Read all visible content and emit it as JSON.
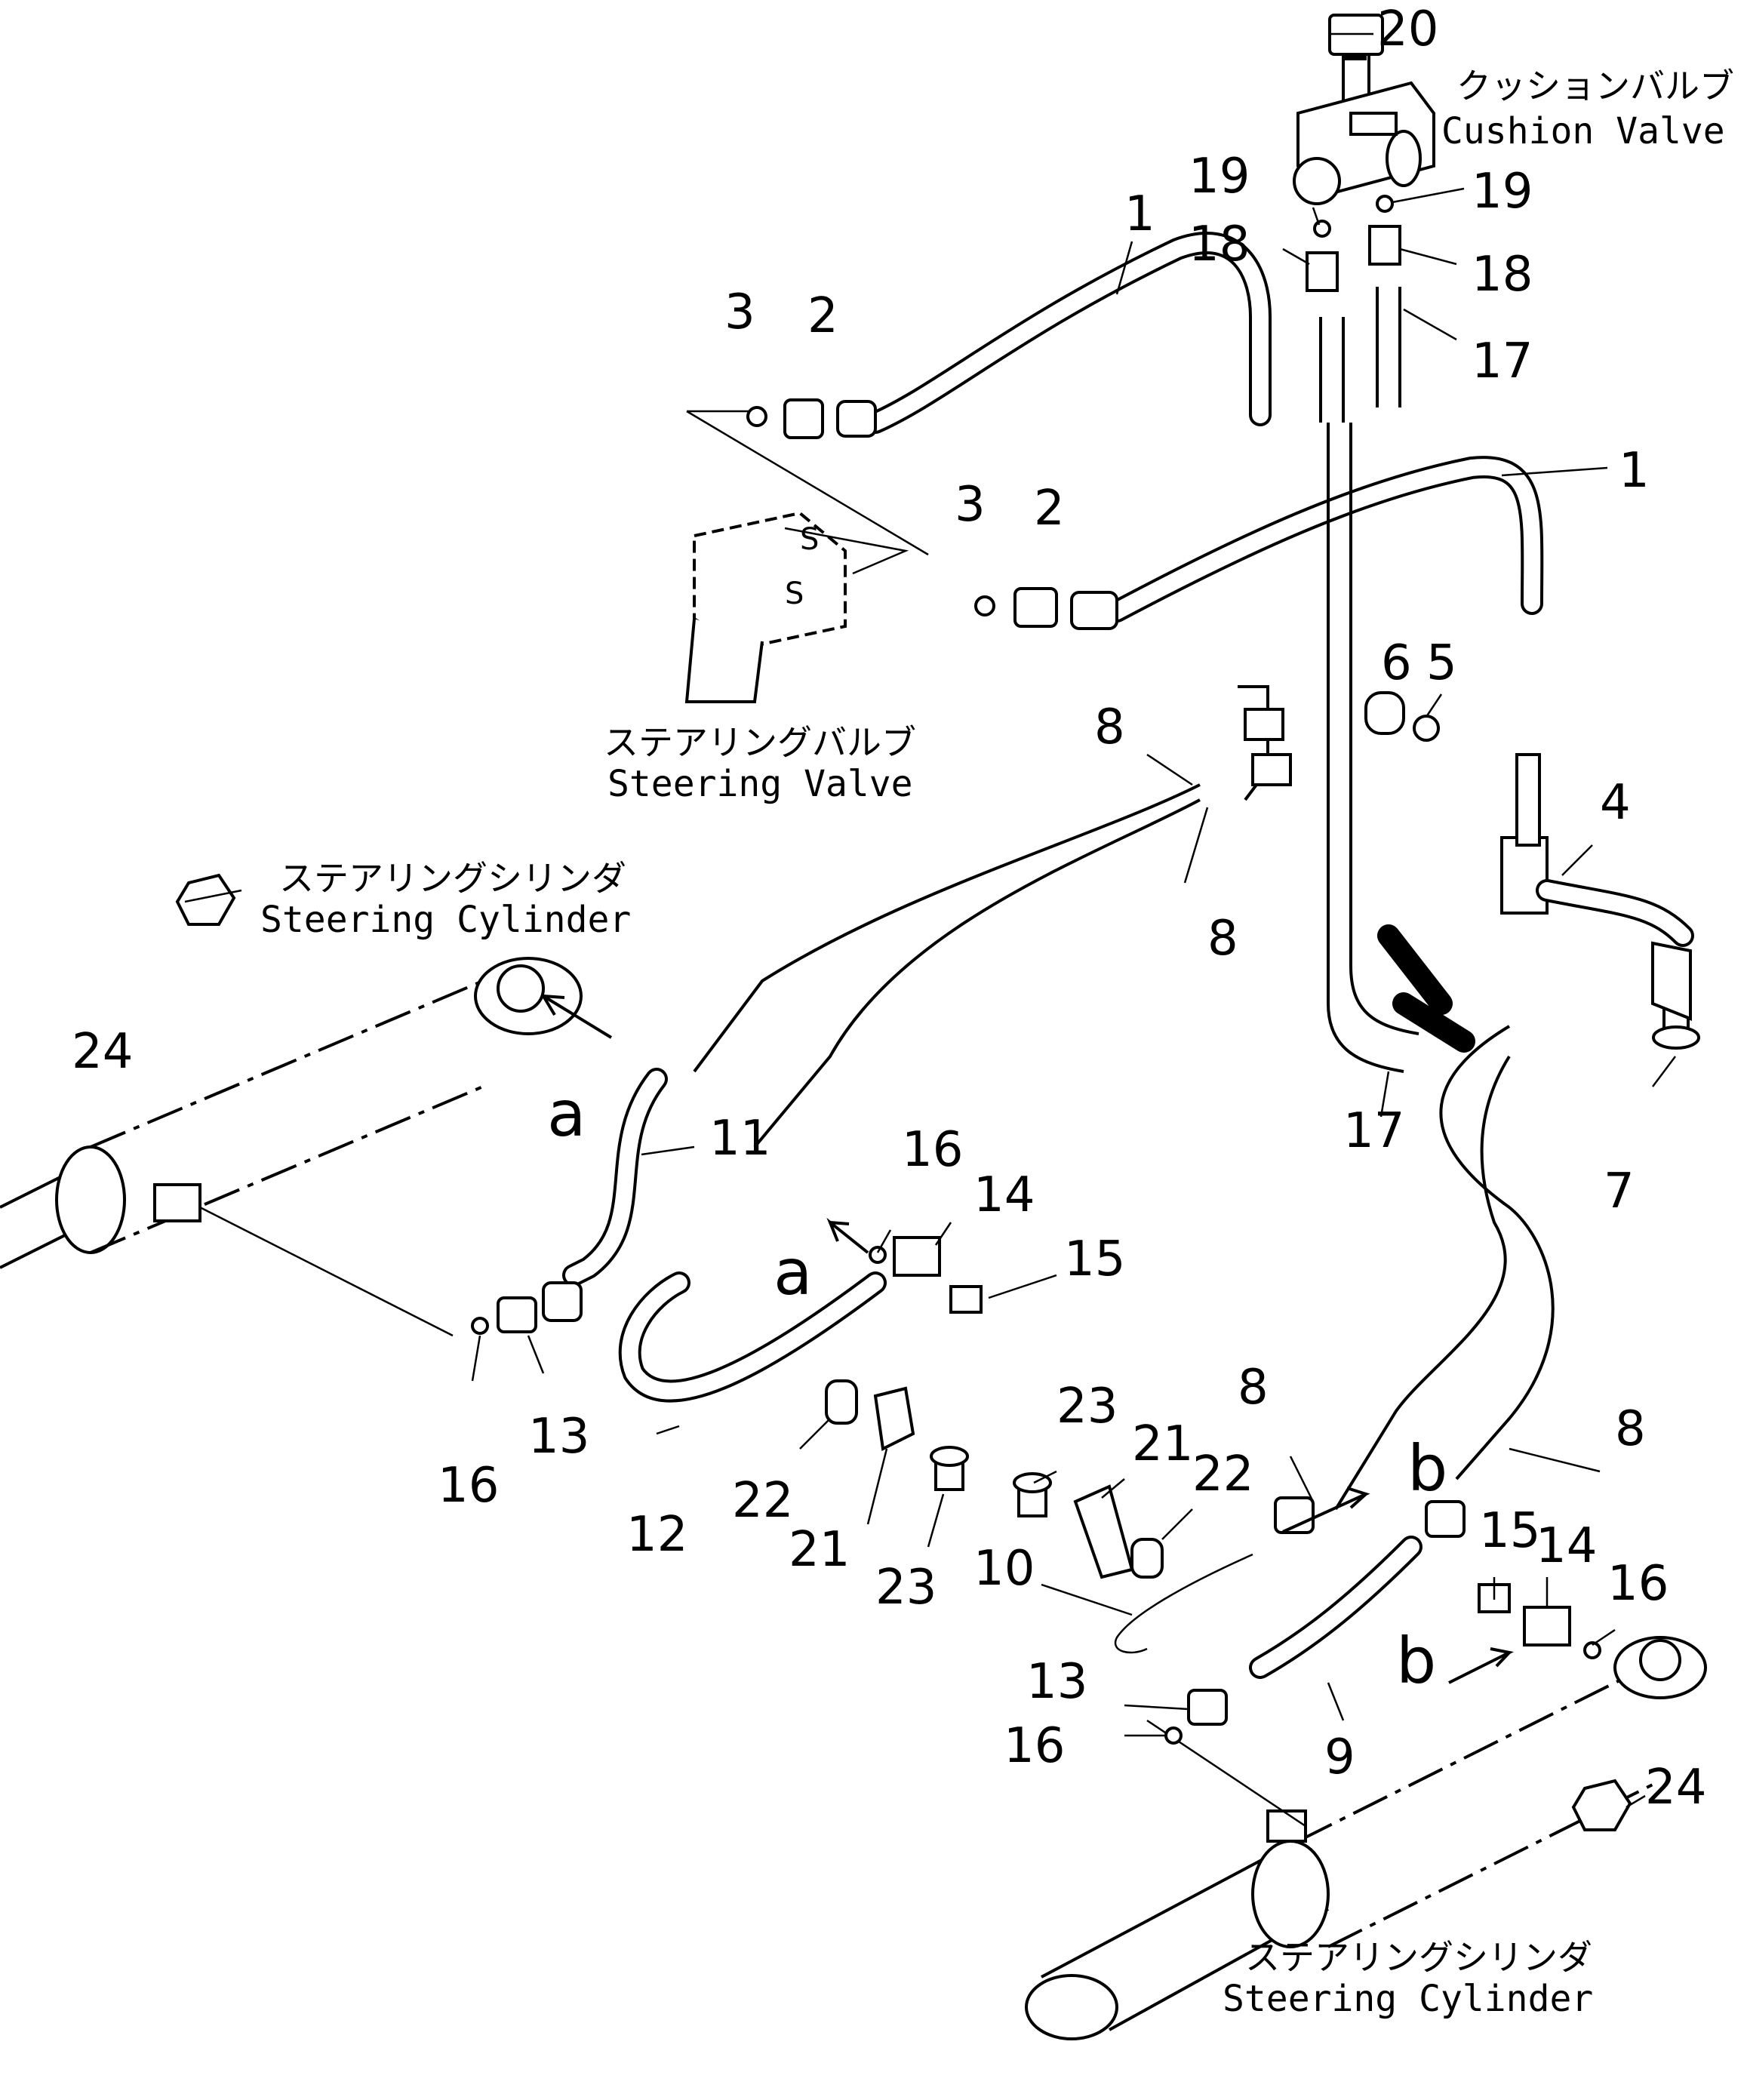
{
  "components": {
    "cushion_valve": {
      "jp": "クッションバルブ",
      "en": "Cushion Valve"
    },
    "steering_valve": {
      "jp": "ステアリングバルブ",
      "en": "Steering Valve"
    },
    "steering_cylinder_left": {
      "jp": "ステアリングシリンダ",
      "en": "Steering Cylinder"
    },
    "steering_cylinder_right": {
      "jp": "ステアリングシリンダ",
      "en": "Steering Cylinder"
    }
  },
  "callouts": [
    "20",
    "19",
    "19",
    "18",
    "18",
    "17",
    "1",
    "3",
    "2",
    "3",
    "2",
    "1",
    "6",
    "5",
    "4",
    "8",
    "8",
    "24",
    "11",
    "16",
    "14",
    "15",
    "17",
    "7",
    "16",
    "13",
    "12",
    "22",
    "21",
    "23",
    "23",
    "21",
    "22",
    "8",
    "8",
    "10",
    "15",
    "14",
    "16",
    "13",
    "16",
    "9",
    "24"
  ],
  "markers": [
    "a",
    "a",
    "b",
    "b"
  ]
}
